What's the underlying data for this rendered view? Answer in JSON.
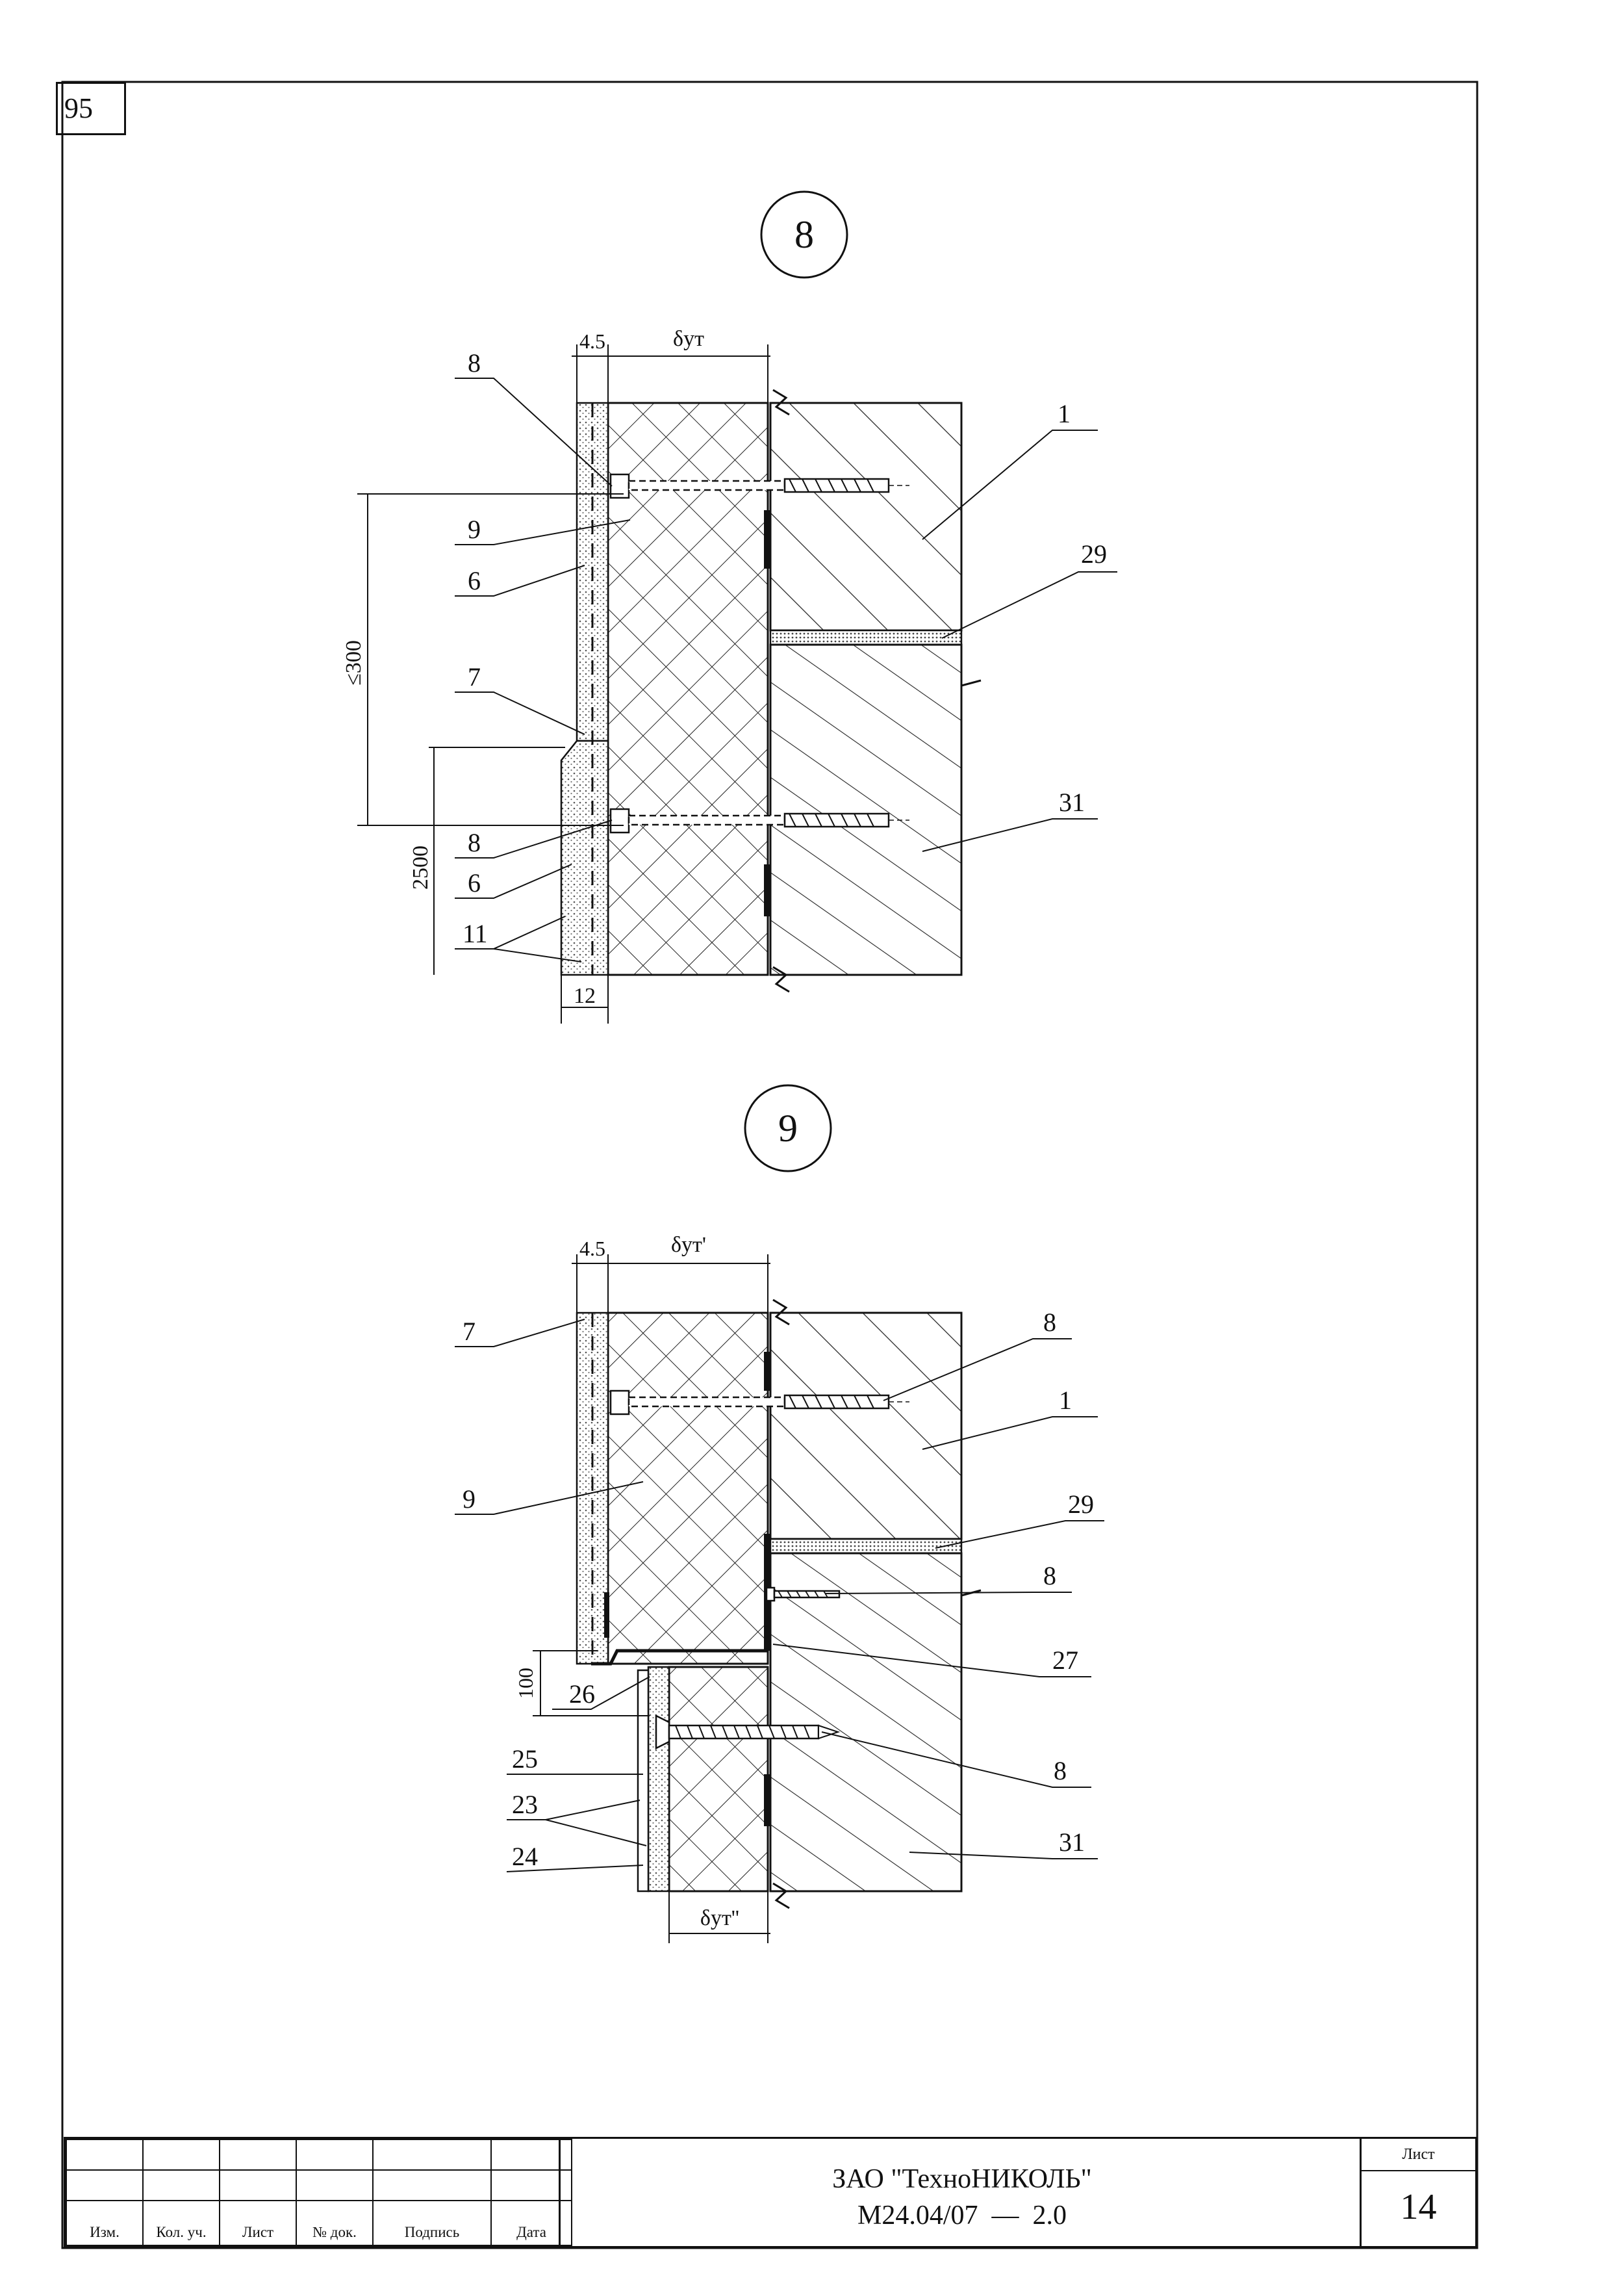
{
  "page_number": "95",
  "details": [
    {
      "marker": "8",
      "dims": {
        "outer": "4.5",
        "insulation": "δут",
        "spacing": "≤300",
        "height": "2500",
        "bottom": "12"
      },
      "callouts": [
        "8",
        "9",
        "6",
        "7",
        "8",
        "6",
        "11",
        "1",
        "29",
        "31"
      ]
    },
    {
      "marker": "9",
      "dims": {
        "outer": "4.5",
        "insulation_top": "δут'",
        "step": "100",
        "insulation_bottom": "δут''"
      },
      "callouts": [
        "7",
        "9",
        "8",
        "1",
        "29",
        "8",
        "27",
        "26",
        "25",
        "23",
        "24",
        "8",
        "31"
      ]
    }
  ],
  "title_block": {
    "columns": [
      "Изм.",
      "Кол. уч.",
      "Лист",
      "№ док.",
      "Подпись",
      "Дата"
    ],
    "organization": "ЗАО \"ТехноНИКОЛЬ\"",
    "document": "М24.04/07  —  2.0",
    "sheet_caption": "Лист",
    "sheet_number": "14"
  }
}
